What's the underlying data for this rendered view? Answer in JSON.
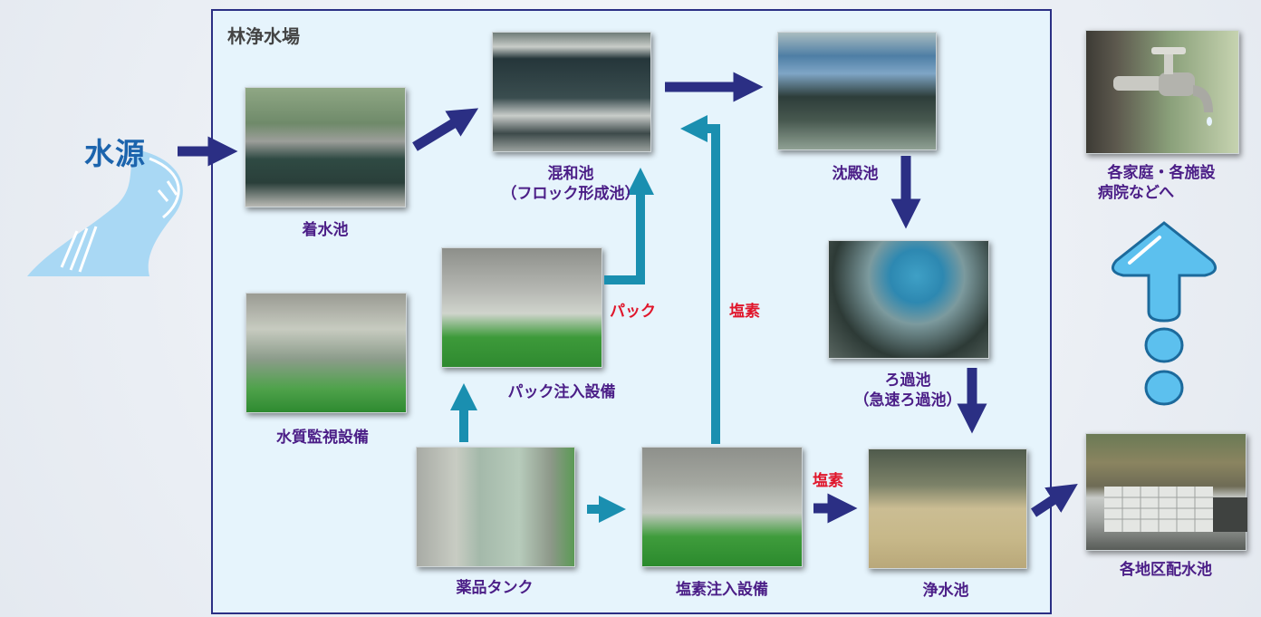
{
  "source": {
    "label": "水源"
  },
  "plant": {
    "title": "林浄水場"
  },
  "nodes": {
    "chakusui": "着水池",
    "konwa_line1": "混和池",
    "konwa_line2": "（フロック形成池）",
    "chinden": "沈殿池",
    "roka_line1": "ろ過池",
    "roka_line2": "（急速ろ過池）",
    "jousui": "浄水池",
    "pack_equipment": "パック注入設備",
    "water_quality": "水質監視設備",
    "chemical_tank": "薬品タンク",
    "chlorine_equipment": "塩素注入設備"
  },
  "flow_labels": {
    "pack": "パック",
    "chlorine_up": "塩素",
    "chlorine_right": "塩素"
  },
  "outside": {
    "homes_line1": "各家庭・各施設",
    "homes_line2": "病院などへ",
    "distribution": "各地区配水池"
  },
  "colors": {
    "main_flow": "#2b2f84",
    "chemical_flow": "#1a8fb0",
    "label": "#4b1e87",
    "alert_label": "#e0162b",
    "water_drop": "#5cc0ee"
  }
}
